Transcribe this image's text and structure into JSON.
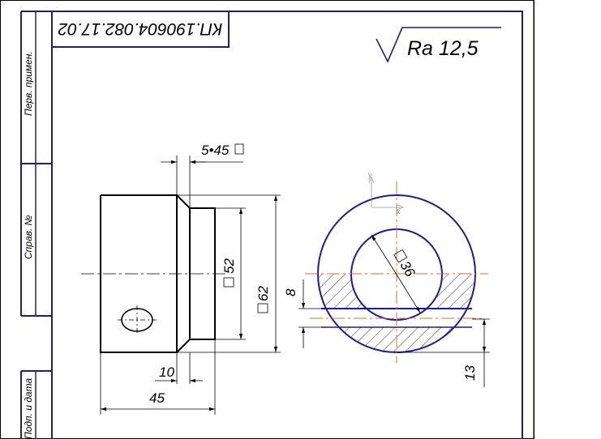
{
  "title_block": {
    "code": "КП.190604.082.17.02"
  },
  "side_stamp": {
    "perv_primen": "Перв. примен.",
    "sprav_no": "Справ. №",
    "podp_i_data": "Подп. и дата"
  },
  "roughness": {
    "label": "Ra 12,5"
  },
  "front_view": {
    "chamfer": "5•45",
    "diameter_inner": "52",
    "diameter_outer": "62",
    "length_step": "10",
    "length_total": "45"
  },
  "section_view": {
    "diameter_bore": "36",
    "offset_small": "8",
    "offset_large": "13",
    "axis_y_label": "y",
    "axis_x_label": "x"
  },
  "colors": {
    "line": "#000000",
    "circle": "#1a1aa6",
    "axis": "#e07020",
    "frame": "#1a1aa6"
  }
}
